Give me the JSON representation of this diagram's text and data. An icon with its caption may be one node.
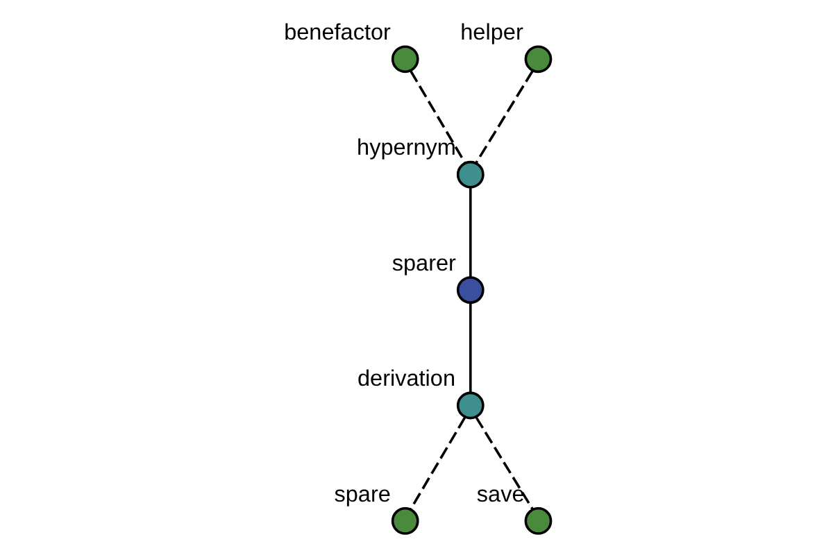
{
  "diagram": {
    "nodes": [
      {
        "text": [
          "benefactor"
        ]
      },
      {
        "text": [
          "helper"
        ]
      },
      {
        "text": [
          "hypernym"
        ]
      },
      {
        "text": [
          "sparer"
        ]
      },
      {
        "text": [
          "derivation"
        ]
      },
      {
        "text": [
          "spare"
        ]
      },
      {
        "text": [
          "save"
        ]
      }
    ],
    "edges": [
      {
        "from": 0,
        "to": 2,
        "arrow": "none",
        "style": "dashed"
      },
      {
        "from": 1,
        "to": 2,
        "arrow": "none",
        "style": "dashed"
      },
      {
        "from": 2,
        "to": 3,
        "arrow": "none"
      },
      {
        "from": 3,
        "to": 4,
        "arrow": "none"
      },
      {
        "from": 4,
        "to": 5,
        "arrow": "none",
        "style": "dashed"
      },
      {
        "from": 4,
        "to": 6,
        "arrow": "none",
        "style": "dashed"
      }
    ]
  }
}
